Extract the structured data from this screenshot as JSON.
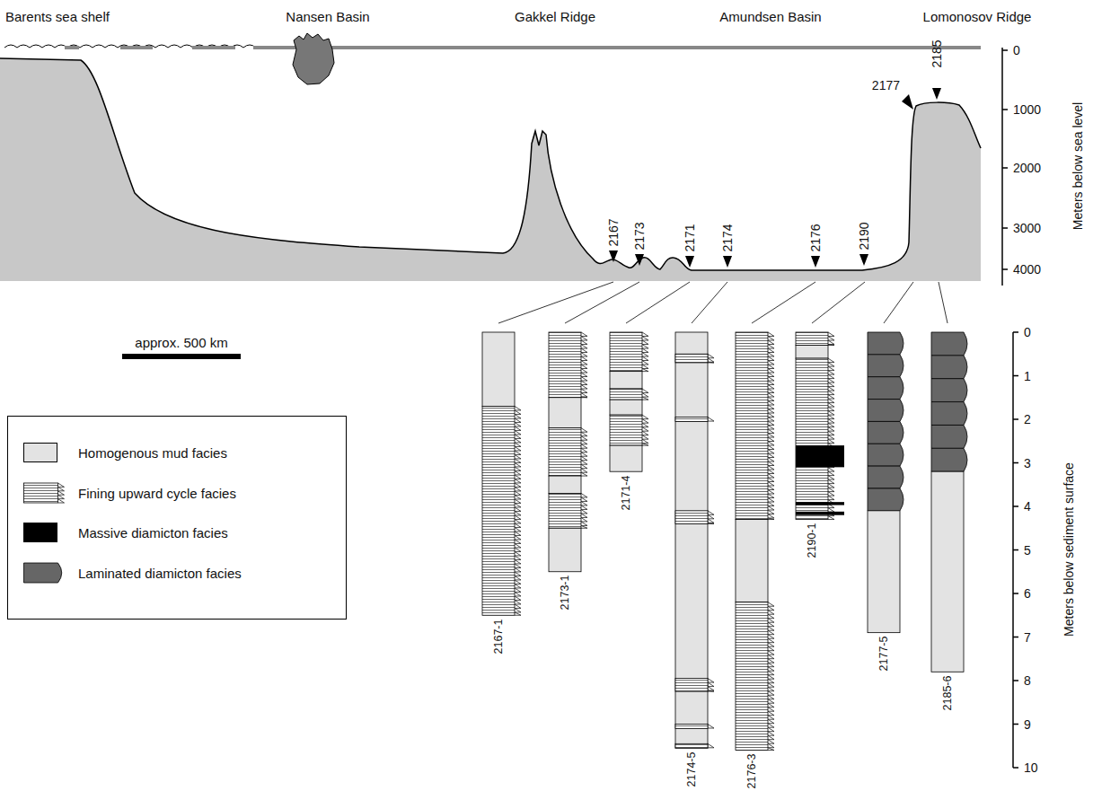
{
  "diagram": {
    "labels": [
      "Barents sea shelf",
      "Nansen Basin",
      "Gakkel Ridge",
      "Amundsen Basin",
      "Lomonosov Ridge",
      "0",
      "1000",
      "2000",
      "3000",
      "4000",
      "Meters below sea level",
      "2167",
      "2173",
      "2171",
      "2174",
      "2176",
      "2190",
      "2177",
      "2185",
      "approx. 500 km",
      "2167-1",
      "2173-1",
      "2171-4",
      "2174-5",
      "2176-3",
      "2190-1",
      "2177-5",
      "2185-6",
      "0",
      "1",
      "2",
      "3",
      "4",
      "5",
      "6",
      "7",
      "8",
      "9",
      "10",
      "Meters below sediment surface"
    ],
    "legend": [
      {
        "text": "Homogenous mud facies",
        "color": "#e3e3e3"
      },
      {
        "text": "Fining upward cycle facies"
      },
      {
        "text": "Massive diamicton facies",
        "color": "#000000"
      },
      {
        "text": "Laminated diamicton facies"
      }
    ]
  }
}
